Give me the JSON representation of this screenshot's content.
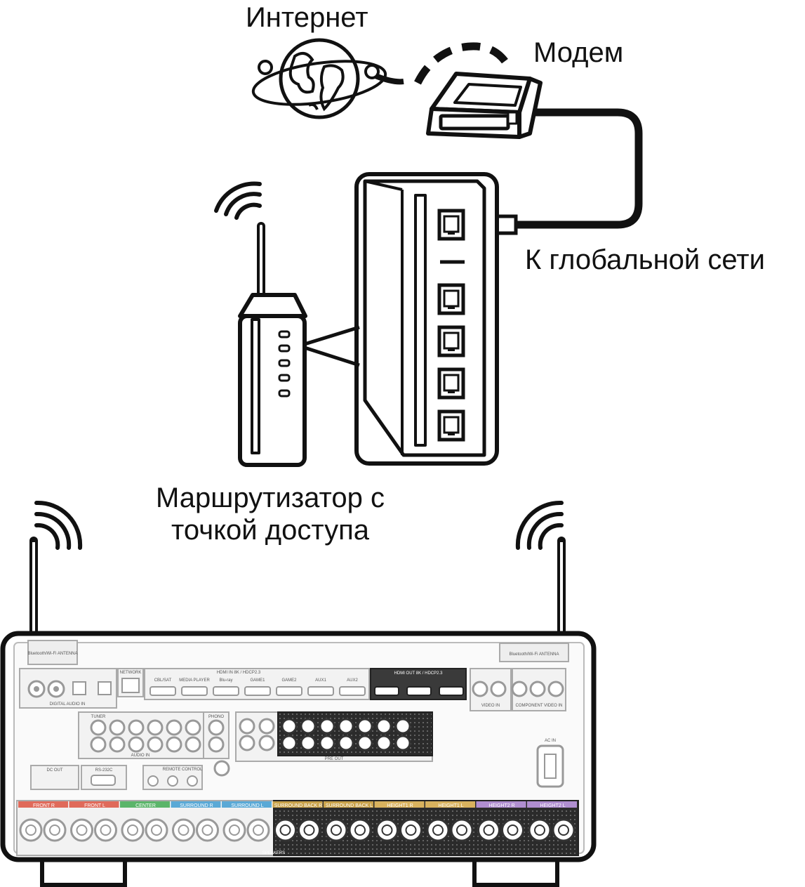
{
  "labels": {
    "internet": "Интернет",
    "modem": "Модем",
    "wan": "К глобальной сети",
    "router_line1": "Маршрутизатор с",
    "router_line2": "точкой доступа"
  },
  "receiver": {
    "antenna_left": "Bluetooth/Wi-Fi ANTENNA",
    "antenna_right": "Bluetooth/Wi-Fi ANTENNA",
    "network": "NETWORK",
    "hdmi_in": "HDMI IN  8K / HDCP2.3",
    "hdmi_out": "HDMI OUT  8K / HDCP2.3",
    "hdmi_inputs": [
      "CBL/SAT",
      "MEDIA PLAYER",
      "Blu-ray",
      "GAME1",
      "GAME2",
      "AUX1",
      "AUX2"
    ],
    "digital_audio": "DIGITAL AUDIO IN",
    "audio_in": "AUDIO IN",
    "phono": "PHONO",
    "tuner": "TUNER",
    "video_in": "VIDEO IN",
    "component": "COMPONENT VIDEO IN",
    "pre_out": "PRE OUT",
    "dc_out": "DC OUT",
    "rs232": "RS-232C",
    "remote": "REMOTE CONTROL",
    "ac_in": "AC IN",
    "speakers": "SPEAKERS",
    "speaker_groups": [
      "FRONT R",
      "FRONT L",
      "CENTER",
      "SURROUND R",
      "SURROUND L",
      "SURROUND BACK R",
      "SURROUND BACK L",
      "HEIGHT1 R",
      "HEIGHT1 L",
      "HEIGHT2 R",
      "HEIGHT2 L"
    ]
  },
  "colors": {
    "line": "#111111",
    "panel_fill": "#f2f2f2",
    "panel_stroke": "#9a9a9a",
    "front": "#e06a5a",
    "center": "#5bb56a",
    "surround": "#5aa9d6",
    "surround_back": "#c9a24a",
    "height1": "#d9b25e",
    "height2": "#b08ed0",
    "highlight": "#3a3a3a"
  }
}
